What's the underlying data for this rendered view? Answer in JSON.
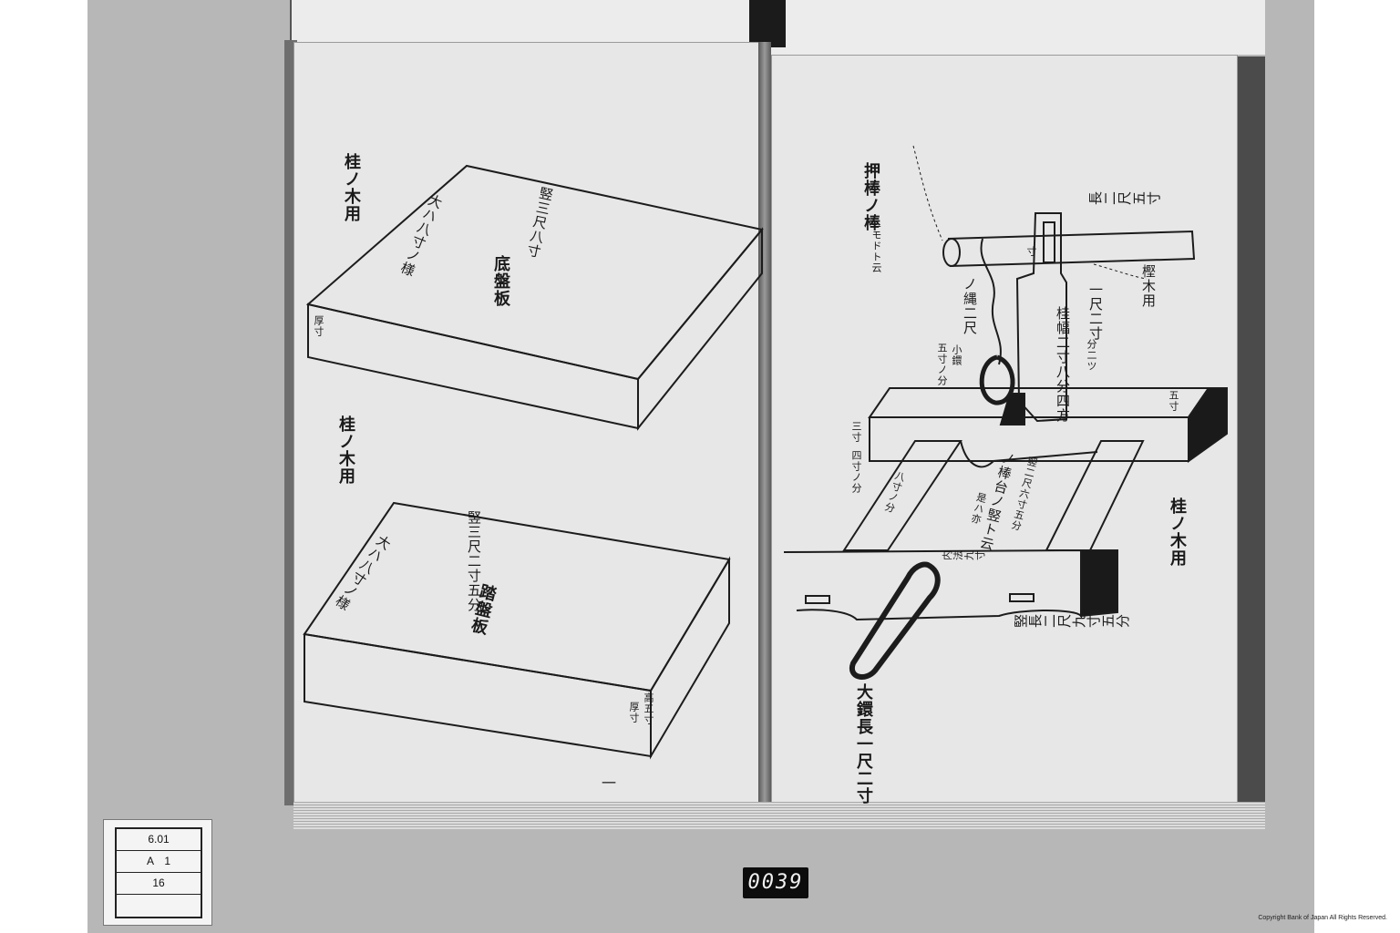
{
  "left_page": {
    "top_label": "桂ノ木用",
    "top_board": {
      "edge_label": "大ハ八寸ノ様",
      "length": "竪三尺八寸",
      "name": "底盤板",
      "thickness": "厚寸"
    },
    "bottom_label": "桂ノ木用",
    "bottom_board": {
      "edge_label": "大ハ八寸ノ様",
      "length": "竪三尺二寸五分",
      "name": "踏盤板",
      "thickness": "厚寸",
      "height": "高五寸"
    },
    "page_number": "一"
  },
  "right_page": {
    "press_bar": "押棒ノ棒",
    "bar_note": "ニモドト云",
    "bar_length": "長二尺五寸",
    "bar_wood": "樫木用",
    "rope": "ノ縄二尺",
    "small_ring": "小鐶",
    "small_ring_size": "五寸ノ分",
    "post_size": "一尺二寸",
    "post_width": "分二ツ",
    "post_label": "桂幅二寸八分四方",
    "post_slot": "寸",
    "beam_left": "三寸",
    "beam_left_2": "四寸ノ分",
    "beam_right": "五寸",
    "rail_left": "八寸ノ分",
    "center_text": "ノ棒台ノ竪ト云",
    "center_text_2": "竪二尺六寸五分",
    "center_text_3": "是ハ亦",
    "base_note": "内法九寸",
    "base_length": "竪長二尺九寸五分",
    "big_ring": "大鐶長一尺二寸",
    "wood": "桂ノ木用"
  },
  "catalog_card": {
    "rows": [
      "6.01",
      "A　1",
      "16",
      ""
    ]
  },
  "frame_number": "0039",
  "copyright": "Copyright Bank of Japan All Rights Reserved."
}
